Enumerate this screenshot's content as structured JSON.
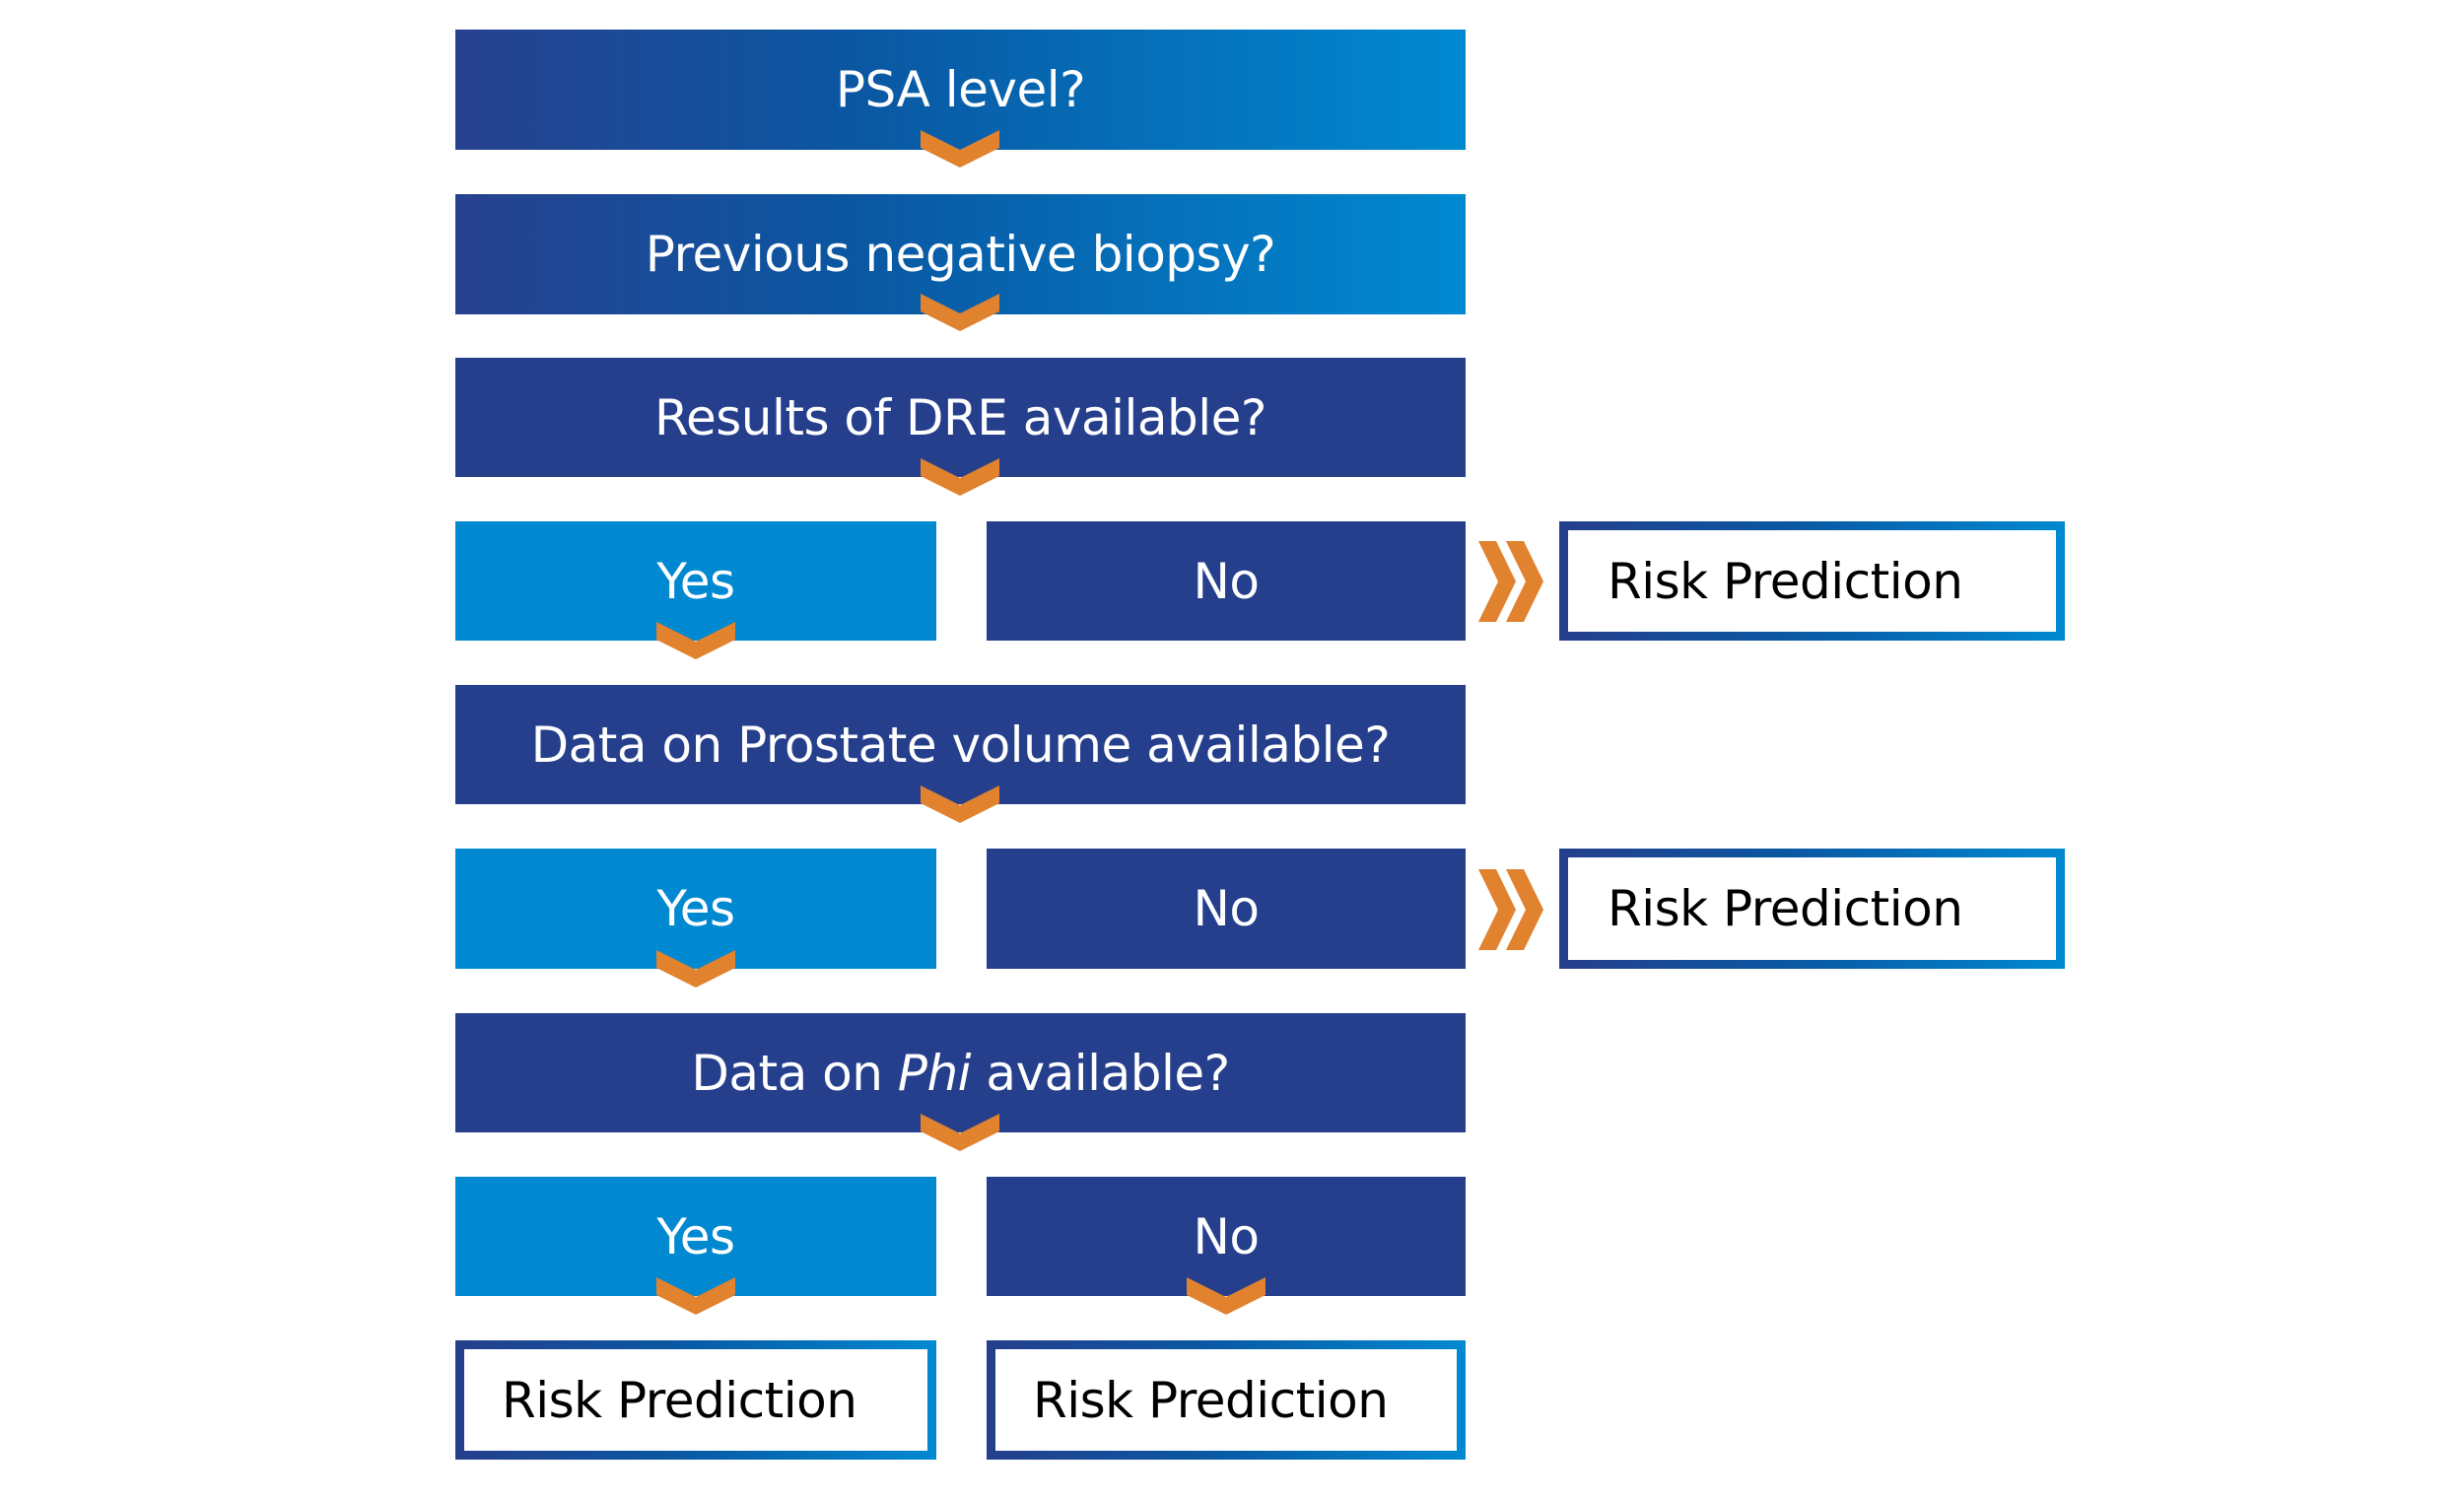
{
  "questions": {
    "psa": "PSA level?",
    "biopsy": "Previous negative biopsy?",
    "dre": "Results of DRE available?",
    "volume": "Data on Prostate volume available?",
    "phi_prefix": "Data on ",
    "phi_italic": "Phi",
    "phi_suffix": " available?"
  },
  "answers": {
    "yes": "Yes",
    "no": "No"
  },
  "outcome": "Risk Prediction",
  "colors": {
    "dark_blue": "#253f8c",
    "light_blue": "#0088d1",
    "arrow_orange": "#e0822e",
    "white": "#ffffff"
  },
  "icons": {
    "down": "chevron-down-icon",
    "right": "double-chevron-right-icon"
  }
}
